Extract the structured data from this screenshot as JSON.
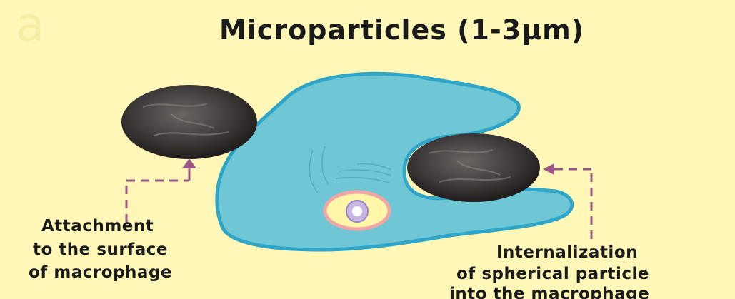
{
  "figure": {
    "panel_letter": "a",
    "title": "Microparticles  (1-3μm)",
    "left_label": [
      "Attachment",
      "to the surface",
      "of macrophage"
    ],
    "right_label": [
      "Internalization",
      "of spherical particle",
      "into the macrophage"
    ]
  },
  "colors": {
    "background": "#fff7b8",
    "cell_fill": "#6fc7d6",
    "cell_outline": "#2fa6c8",
    "particle": "#3f3b3a",
    "arrow": "#9c5585",
    "nucleus_ring": "#f2a5a5",
    "nucleus_inner": "#c9b6e3"
  }
}
